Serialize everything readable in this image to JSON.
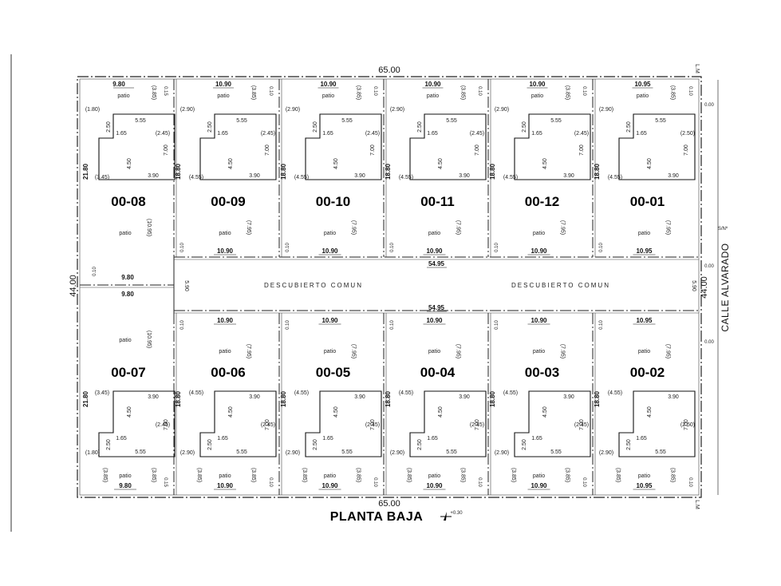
{
  "plan": {
    "title": "PLANTA BAJA",
    "level": "+0.30",
    "street_name": "CALLE ALVARADO",
    "street_number": "S/Nº",
    "overall_width": "65.00",
    "overall_depth": "44.00",
    "common_area_label": "DESCUBIERTO COMUN",
    "common_area_dim": "54.95",
    "common_area_depth": "5.90",
    "boundary_mark": "L.M",
    "boundary_zero": "0.00",
    "unit_depth": "18.80",
    "corner_unit_depth": "21.80",
    "patio_label": "patio"
  },
  "top_units": [
    {
      "code": "00-08",
      "front": "9.80",
      "patio_w": "(3.85)",
      "side_a": "(1.80)",
      "side_b": "(3.45)",
      "patio_back": "(10.95)",
      "house_w": "5.55",
      "house_notch": "1.65",
      "house_notch_h": "2.50",
      "house_h": "4.50",
      "house_d": "7.00",
      "house_front": "3.90",
      "setback": "0.15"
    },
    {
      "code": "00-09",
      "front": "10.90",
      "patio_w": "(3.85)",
      "side_a": "(2.90)",
      "side_b": "(4.55)",
      "side_c": "(2.45)",
      "patio_back": "(7.95)",
      "house_w": "5.55",
      "house_notch": "1.65",
      "house_notch_h": "2.50",
      "house_h": "4.50",
      "house_d": "7.00",
      "house_front": "3.90",
      "setback": "0.10"
    },
    {
      "code": "00-10",
      "front": "10.90",
      "patio_w": "(3.85)",
      "side_a": "(2.90)",
      "side_b": "(4.55)",
      "side_c": "(2.45)",
      "patio_back": "(7.95)",
      "house_w": "5.55",
      "house_notch": "1.65",
      "house_notch_h": "2.50",
      "house_h": "4.50",
      "house_d": "7.00",
      "house_front": "3.90",
      "setback": "0.10"
    },
    {
      "code": "00-11",
      "front": "10.90",
      "patio_w": "(3.85)",
      "side_a": "(2.90)",
      "side_b": "(4.55)",
      "side_c": "(2.45)",
      "patio_back": "(7.95)",
      "house_w": "5.55",
      "house_notch": "1.65",
      "house_notch_h": "2.50",
      "house_h": "4.50",
      "house_d": "7.00",
      "house_front": "3.90",
      "setback": "0.10"
    },
    {
      "code": "00-12",
      "front": "10.90",
      "patio_w": "(3.85)",
      "side_a": "(2.90)",
      "side_b": "(4.55)",
      "side_c": "(2.45)",
      "patio_back": "(7.95)",
      "house_w": "5.55",
      "house_notch": "1.65",
      "house_notch_h": "2.50",
      "house_h": "4.50",
      "house_d": "7.00",
      "house_front": "3.90",
      "setback": "0.10"
    },
    {
      "code": "00-01",
      "front": "10.95",
      "patio_w": "(3.85)",
      "side_a": "(2.90)",
      "side_b": "(4.55)",
      "side_c": "(2.50)",
      "patio_back": "(7.95)",
      "house_w": "5.55",
      "house_notch": "1.65",
      "house_notch_h": "2.50",
      "house_h": "4.50",
      "house_d": "7.00",
      "house_front": "3.90",
      "setback": "0.10"
    }
  ],
  "bottom_units": [
    {
      "code": "00-07",
      "front": "9.80",
      "patio_w": "(3.85)",
      "side_a": "(1.80)",
      "side_b": "(3.45)",
      "patio_back": "(10.95)",
      "house_w": "5.55",
      "house_notch": "1.65",
      "house_notch_h": "2.50",
      "house_h": "4.50",
      "house_d": "7.00",
      "house_front": "3.90",
      "setback": "0.15"
    },
    {
      "code": "00-06",
      "front": "10.90",
      "patio_w": "(3.85)",
      "side_a": "(2.90)",
      "side_b": "(4.55)",
      "side_c": "(2.45)",
      "patio_back": "(7.95)",
      "house_w": "5.55",
      "house_notch": "1.65",
      "house_notch_h": "2.50",
      "house_h": "4.50",
      "house_d": "7.00",
      "house_front": "3.90",
      "setback": "0.10"
    },
    {
      "code": "00-05",
      "front": "10.90",
      "patio_w": "(3.85)",
      "side_a": "(2.90)",
      "side_b": "(4.55)",
      "side_c": "(2.45)",
      "patio_back": "(7.95)",
      "house_w": "5.55",
      "house_notch": "1.65",
      "house_notch_h": "2.50",
      "house_h": "4.50",
      "house_d": "7.00",
      "house_front": "3.90",
      "setback": "0.10"
    },
    {
      "code": "00-04",
      "front": "10.90",
      "patio_w": "(3.85)",
      "side_a": "(2.90)",
      "side_b": "(4.55)",
      "side_c": "(2.45)",
      "patio_back": "(7.95)",
      "house_w": "5.55",
      "house_notch": "1.65",
      "house_notch_h": "2.50",
      "house_h": "4.50",
      "house_d": "7.00",
      "house_front": "3.90",
      "setback": "0.10"
    },
    {
      "code": "00-03",
      "front": "10.90",
      "patio_w": "(3.85)",
      "side_a": "(2.90)",
      "side_b": "(4.55)",
      "side_c": "(2.45)",
      "patio_back": "(7.95)",
      "house_w": "5.55",
      "house_notch": "1.65",
      "house_notch_h": "2.50",
      "house_h": "4.50",
      "house_d": "7.00",
      "house_front": "3.90",
      "setback": "0.10"
    },
    {
      "code": "00-02",
      "front": "10.95",
      "patio_w": "(3.85)",
      "side_a": "(2.90)",
      "side_b": "(4.55)",
      "side_c": "(2.50)",
      "patio_back": "(7.95)",
      "house_w": "5.55",
      "house_notch": "1.65",
      "house_notch_h": "2.50",
      "house_h": "4.50",
      "house_d": "7.00",
      "house_front": "3.90",
      "setback": "0.10"
    }
  ]
}
